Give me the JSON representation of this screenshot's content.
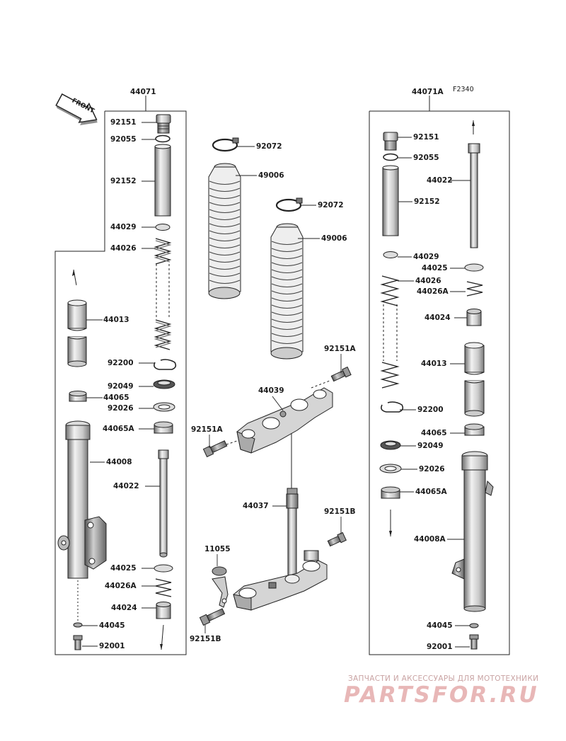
{
  "diagram_code": "F2340",
  "front_label": "FRONT",
  "watermark": {
    "tagline": "ЗАПЧАСТИ И АКСЕССУАРЫ ДЛЯ МОТОТЕХНИКИ",
    "brand": "PARTSFOR.RU"
  },
  "left_fork": {
    "assembly": "44071",
    "labels": [
      "92151",
      "92055",
      "92152",
      "44029",
      "44026",
      "44013",
      "92200",
      "92049",
      "44065",
      "92026",
      "44065A",
      "44008",
      "44022",
      "44025",
      "44026A",
      "44024",
      "44045",
      "92001"
    ]
  },
  "right_fork": {
    "assembly": "44071A",
    "labels": [
      "92151",
      "92055",
      "44022",
      "92152",
      "44029",
      "44025",
      "44026",
      "44026A",
      "44024",
      "44013",
      "92200",
      "44065",
      "92049",
      "92026",
      "44065A",
      "44008A",
      "44045",
      "92001"
    ]
  },
  "center": {
    "labels": [
      "92072",
      "49006",
      "92072",
      "49006",
      "92151A",
      "44039",
      "92151A",
      "44037",
      "92151B",
      "11055",
      "92151B"
    ]
  }
}
